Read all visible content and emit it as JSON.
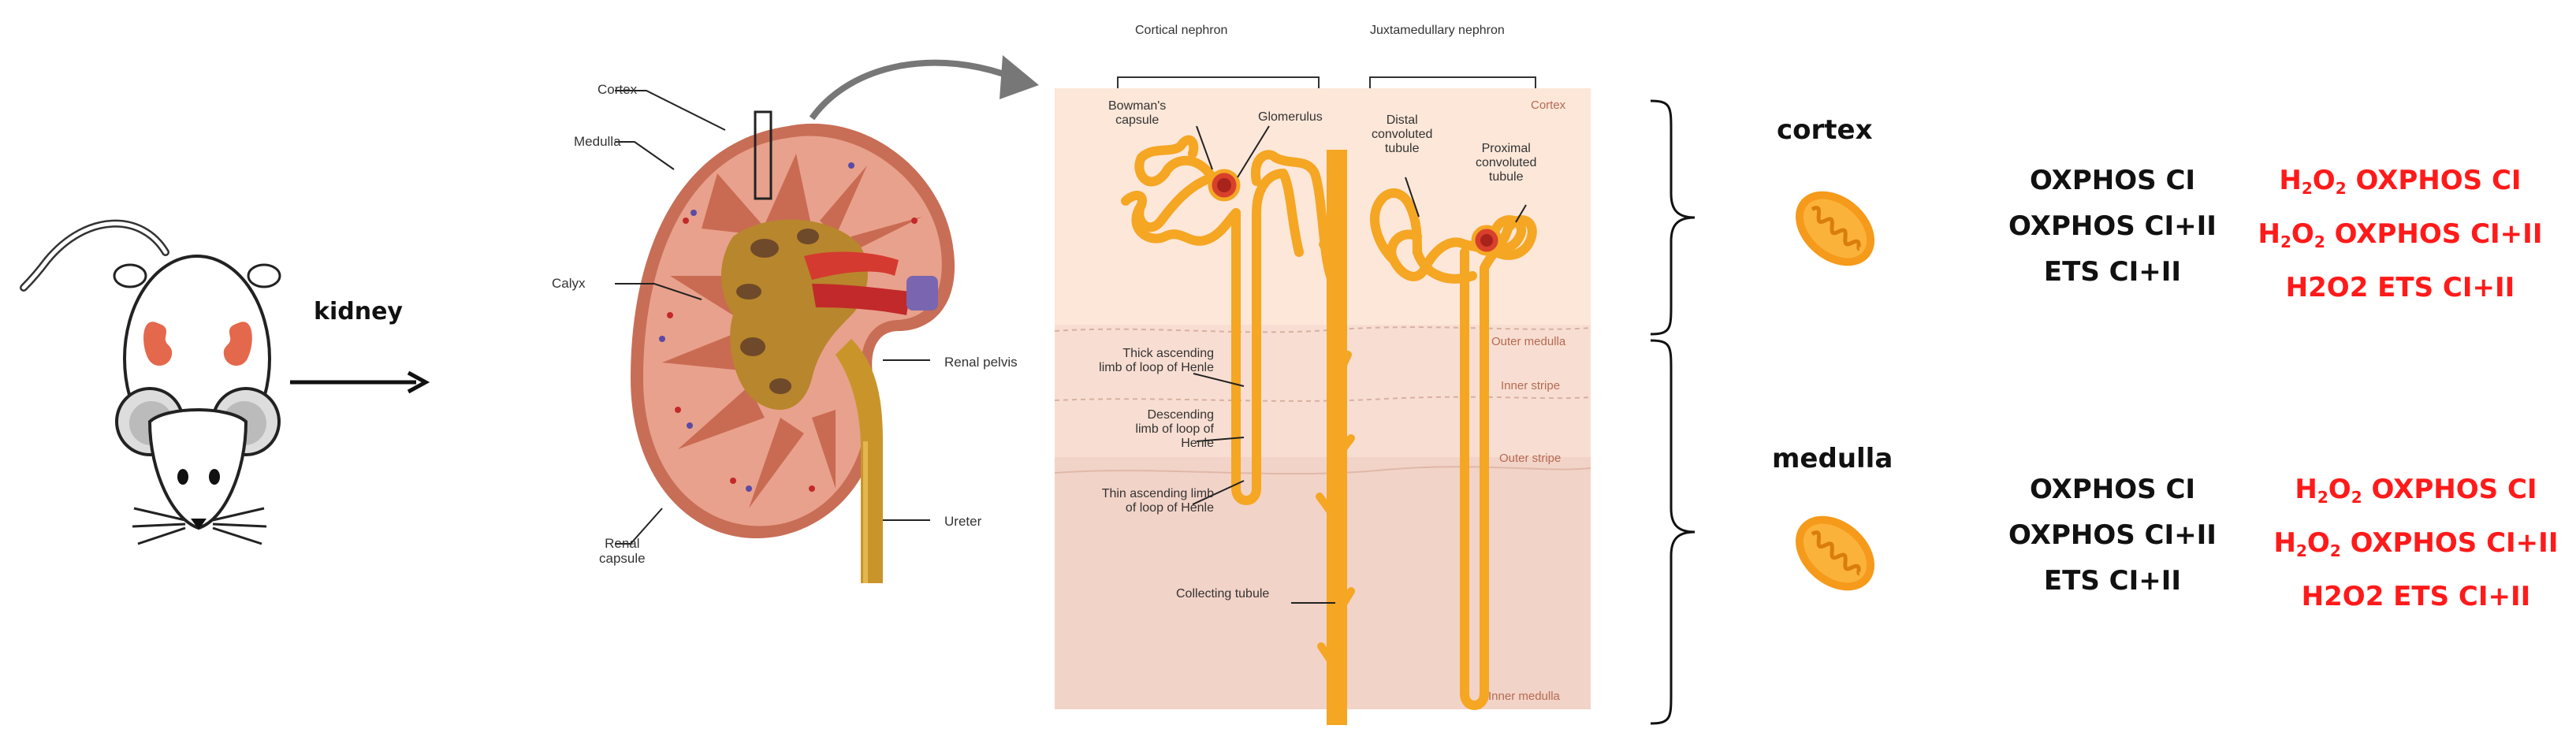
{
  "organ_label": "kidney",
  "kidney_labels": {
    "cortex": "Cortex",
    "medulla": "Medulla",
    "calyx": "Calyx",
    "renal_capsule_line1": "Renal",
    "renal_capsule_line2": "capsule",
    "renal_pelvis": "Renal pelvis",
    "ureter": "Ureter"
  },
  "nephron": {
    "header_cortical": "Cortical nephron",
    "header_juxta": "Juxtamedullary nephron",
    "zones": {
      "cortex": "Cortex",
      "outer_medulla": "Outer medulla",
      "inner_stripe": "Inner stripe",
      "outer_stripe": "Outer stripe",
      "inner_medulla": "Inner medulla"
    },
    "labels": {
      "bowmans_1": "Bowman's",
      "bowmans_2": "capsule",
      "glomerulus": "Glomerulus",
      "distal_1": "Distal",
      "distal_2": "convoluted",
      "distal_3": "tubule",
      "proximal_1": "Proximal",
      "proximal_2": "convoluted",
      "proximal_3": "tubule",
      "thick_1": "Thick ascending",
      "thick_2": "limb of loop of Henle",
      "desc_1": "Descending",
      "desc_2": "limb of loop of",
      "desc_3": "Henle",
      "thin_1": "Thin ascending limb",
      "thin_2": "of loop of Henle",
      "collecting": "Collecting tubule"
    }
  },
  "regions": [
    {
      "name": "cortex",
      "assays": [
        "OXPHOS CI",
        "OXPHOS CI+II",
        "ETS CI+II"
      ],
      "h2o2_assays": [
        {
          "prefix": "H",
          "sub1": "2",
          "mid": "O",
          "sub2": "2",
          "text": " OXPHOS CI"
        },
        {
          "prefix": "H",
          "sub1": "2",
          "mid": "O",
          "sub2": "2",
          "text": " OXPHOS CI+II"
        },
        {
          "text": "H2O2 ETS CI+II"
        }
      ]
    },
    {
      "name": "medulla",
      "assays": [
        "OXPHOS CI",
        "OXPHOS CI+II",
        "ETS CI+II"
      ],
      "h2o2_assays": [
        {
          "prefix": "H",
          "sub1": "2",
          "mid": "O",
          "sub2": "2",
          "text": " OXPHOS CI"
        },
        {
          "prefix": "H",
          "sub1": "2",
          "mid": "O",
          "sub2": "2",
          "text": " OXPHOS CI+II"
        },
        {
          "text": "H2O2 ETS CI+II"
        }
      ]
    }
  ],
  "colors": {
    "assay_black": "#111111",
    "assay_red": "#ff1a1a",
    "tubule": "#f5a623",
    "kidney_outer": "#c86e56",
    "mitochondrion": "#f59a1a"
  }
}
